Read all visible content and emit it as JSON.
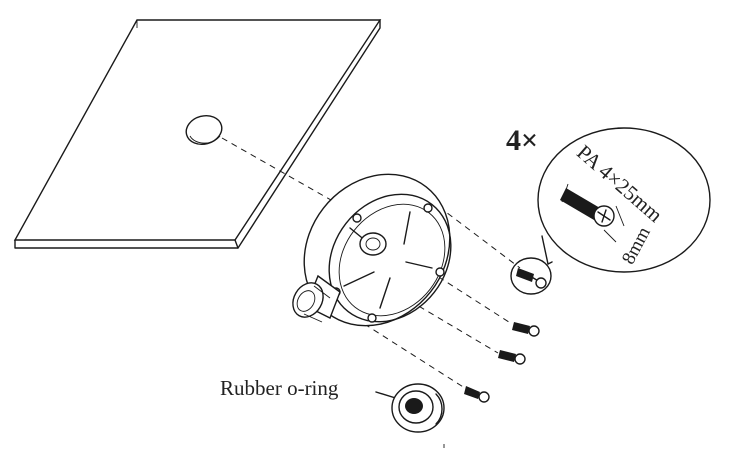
{
  "labels": {
    "quantity": "4×",
    "screw_spec": "PA 4×25mm",
    "screw_length": "8mm",
    "oring": "Rubber o-ring"
  }
}
